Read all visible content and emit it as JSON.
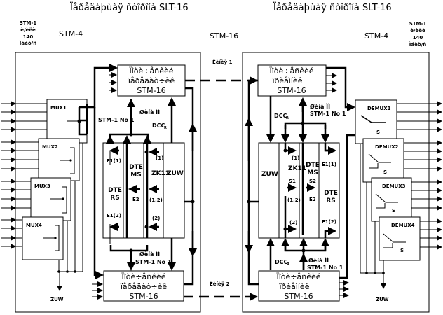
{
  "titles": {
    "left": "Ïåðåäàþùàÿ ñòîðîíà SLT-16",
    "right": "Ïåðåäàþùàÿ ñòîðîíà SLT-16"
  },
  "labels": {
    "stm1_lines": [
      "STM-1",
      "è/èëè",
      "140",
      "Ìáèò/ñ"
    ],
    "stm4": "STM-4",
    "stm16": "STM-16",
    "line1": "Ëèíèÿ 1",
    "line2": "Ëèíèÿ 2",
    "zuw": "ZUW",
    "dcc": "DCC",
    "dcc_sub": "R",
    "bus_lines": [
      "Øèíà ÌÌ",
      "STM-1 No 1"
    ]
  },
  "tx_box": [
    "Ïîòè÷åñêèé",
    "ïåðåäàò÷èê",
    "STM-16"
  ],
  "rx_box": [
    "Ïîòè÷åñêèé",
    "ïðèåìíèê",
    "STM-16"
  ],
  "left_block": {
    "dte_rs": [
      "DTE",
      "RS"
    ],
    "dte_ms": [
      "DTE",
      "MS"
    ],
    "zk": "ZK11",
    "zuw": "ZUW",
    "e1_1": "E1(1)",
    "e1_2": "E1(2)",
    "e2": "E2",
    "p1": "(1)",
    "p12": "(1,2)",
    "p2": "(2)"
  },
  "right_block": {
    "zuw": "ZUW",
    "zk": "ZK11",
    "dte_ms": [
      "DTE",
      "MS"
    ],
    "dte_rs": [
      "DTE",
      "RS"
    ],
    "s1": "S1",
    "s2": "S2",
    "e1_1": "E1(1)",
    "e1_2": "E1(2)",
    "e2": "E2",
    "p1": "(1)",
    "p12": "(1,2)",
    "p2": "(2)"
  },
  "mux": [
    "MUX1",
    "MUX2",
    "MUX3",
    "MUX4"
  ],
  "demux": [
    "DEMUX1",
    "DEMUX2",
    "DEMUX3",
    "DEMUX4"
  ],
  "switch_label": "S"
}
